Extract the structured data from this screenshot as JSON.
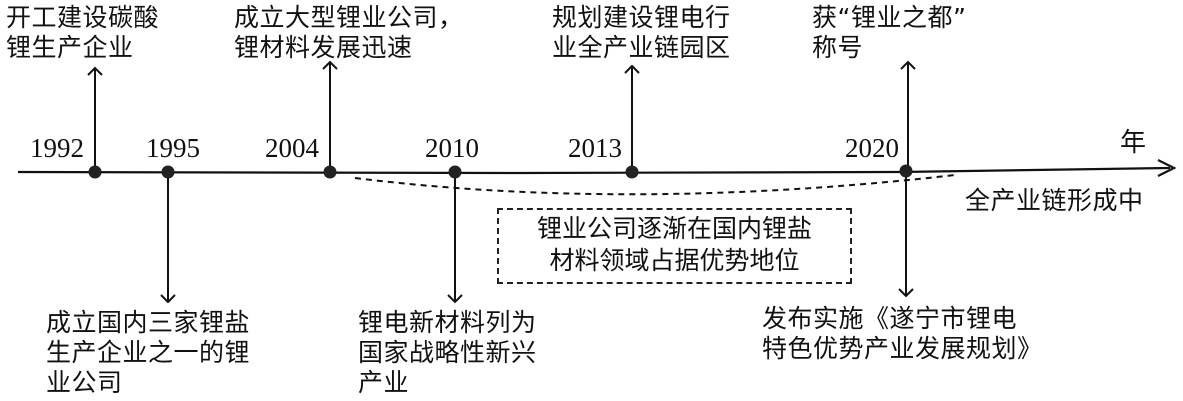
{
  "timeline": {
    "axis_unit": "年",
    "years": [
      "1992",
      "1995",
      "2004",
      "2010",
      "2013",
      "2020"
    ],
    "events": {
      "e1992": "开工建设碳酸\n锂生产企业",
      "e1995": "成立国内三家锂盐\n生产企业之一的锂\n业公司",
      "e2004": "成立大型锂业公司，\n锂材料发展迅速",
      "e2010": "锂电新材料列为\n国家战略性新兴\n产业",
      "e2013": "规划建设锂电行\n业全产业链园区",
      "e2020_top": "获“锂业之都”\n称号",
      "e2020_bottom": "发布实施《遂宁市锂电\n特色优势产业发展规划》"
    },
    "dashed_arc_label": "全产业链形成中",
    "box_text": "锂业公司逐渐在国内锂盐\n材料领域占据优势地位"
  }
}
